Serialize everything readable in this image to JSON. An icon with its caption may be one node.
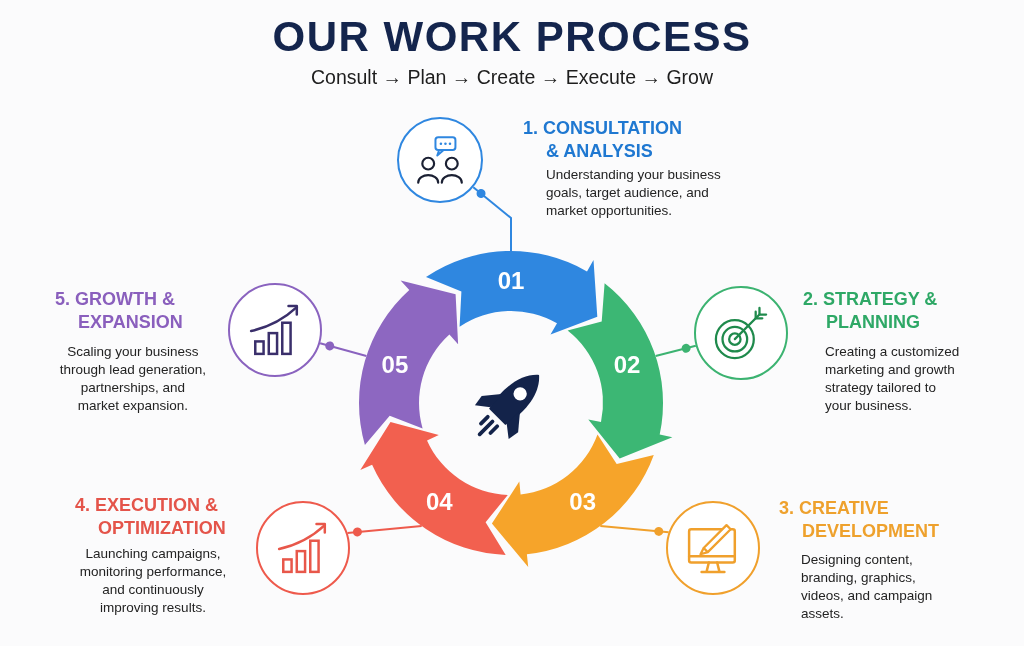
{
  "diagram": {
    "title": "OUR WORK PROCESS",
    "nodes": [
      {
        "text": [
          "01"
        ]
      },
      {
        "text": [
          "02"
        ]
      },
      {
        "text": [
          "03"
        ]
      },
      {
        "text": [
          "04"
        ]
      },
      {
        "text": [
          "05"
        ]
      },
      {
        "text": [],
        "shape": "circle",
        "beside": [
          "1. CONSULTATION & ANALYSIS",
          "Understanding your business goals, target audience, and market opportunities."
        ]
      },
      {
        "text": [],
        "shape": "circle",
        "beside": [
          "2. STRATEGY & PLANNING",
          "Creating a customized marketing and growth strategy tailored to your business."
        ]
      },
      {
        "text": [],
        "shape": "circle",
        "beside": [
          "3. CREATIVE DEVELOPMENT",
          "Designing content, branding, graphics, videos, and campaign assets."
        ]
      },
      {
        "text": [],
        "shape": "circle",
        "beside": [
          "4. EXECUTION & OPTIMIZATION",
          "Launching campaigns, monitoring performance, and continuously improving results."
        ]
      },
      {
        "text": [],
        "shape": "circle",
        "beside": [
          "5. GROWTH & EXPANSION",
          "Scaling your business through lead generation, partnerships, and market expansion."
        ]
      }
    ],
    "edges": [
      {
        "from": 0,
        "to": 5,
        "arrow": "other",
        "color": "#2f87e0"
      },
      {
        "from": 1,
        "to": 6,
        "arrow": "other",
        "color": "#3cb371"
      },
      {
        "from": 2,
        "to": 7,
        "arrow": "other",
        "color": "#f0a02c"
      },
      {
        "from": 3,
        "to": 8,
        "arrow": "other",
        "color": "#ee5a4c"
      },
      {
        "from": 4,
        "to": 9,
        "arrow": "other",
        "color": "#8a63bf"
      }
    ],
    "labels": [
      "Consult → Plan → Create → Execute → Grow"
    ]
  }
}
